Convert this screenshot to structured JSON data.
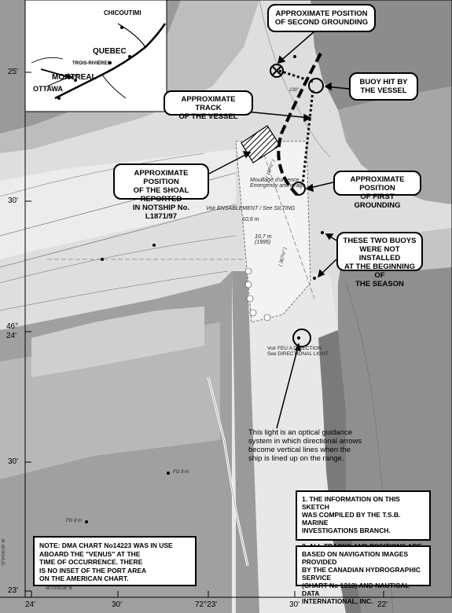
{
  "callouts": {
    "second_grounding": "APPROXIMATE POSITION\nOF SECOND GROUNDING",
    "buoy_hit": "BUOY HIT BY\nTHE VESSEL",
    "track": "APPROXIMATE TRACK\nOF THE VESSEL",
    "shoal": "APPROXIMATE POSITION\nOF THE SHOAL REPORTED\nIN NOTSHIP No. L1871/97",
    "first_grounding": "APPROXIMATE POSITION\nOF FIRST GROUNDING",
    "two_buoys": "THESE TWO BUOYS\nWERE NOT INSTALLED\nAT THE BEGINNING OF\nTHE SEASON",
    "optical_light": "This light is an optical guidance\nsystem in which directional arrows\nbecome vertical lines when the\nship is lined up on the range."
  },
  "notes": {
    "tsb": "1.  THE INFORMATION ON THIS SKETCH\n     WAS  COMPILED BY THE T.S.B. MARINE\n     INVESTIGATIONS BRANCH.\n\n2.  ALL TRACKS AND POSITIONS ARE\n     APPROXIMATE.",
    "source": "BASED ON NAVIGATION IMAGES PROVIDED\nBY THE CANADIAN HYDROGRAPHIC SERVICE\n(CHART No 1313) AND NAUTICAL DATA\nINTERNATIONAL,  INC.",
    "dma": "NOTE:  DMA CHART No14223 WAS IN USE\n           ABOARD THE \"VENUS\" AT THE\n           TIME OF OCCURRENCE.  THERE\n           IS NO INSET OF THE PORT AREA\n           ON THE AMERICAN CHART."
  },
  "inset": {
    "chicoutimi": "CHICOUTIMI",
    "quebec": "QUEBEC",
    "trois_rivieres": "TROIS-RIVIÈRES",
    "montreal": "MONTREAL",
    "ottawa": "OTTAWA"
  },
  "lat_ticks": [
    {
      "label": "25'"
    },
    {
      "label": "30'"
    },
    {
      "label": "46°\n24'"
    },
    {
      "label": "30'"
    },
    {
      "label": "23'"
    }
  ],
  "lon_ticks": [
    {
      "label": "24'"
    },
    {
      "label": "30'"
    },
    {
      "label": "72°23'"
    },
    {
      "label": "30'"
    },
    {
      "label": "22'"
    }
  ],
  "chart_text": {
    "mouillage": "Mouillage d'urgence\nEmergency anchorage",
    "ensablement": "Voir ENSABLEMENT / See SILTING",
    "depth_106": "10,6 m",
    "depth_107": "10,7 m\n(1995)",
    "directional": "Voir FEU A DIRECTION\nSee DIRECTIONAL LIGHT",
    "bearing_1": "( 187½° )",
    "bearing_2": "( 367½° )",
    "bearing_230": "230°",
    "fg": "FG 9 m",
    "fg_b": "FG 8 m",
    "scale_note": "46°23'00.00\" N",
    "lon_note": "72°24'00.00\" W"
  },
  "colors": {
    "land_dark": "#8a8a8a",
    "land_mid": "#b3b3b3",
    "water_light": "#e6e6e6",
    "water_white": "#ffffff",
    "ink": "#000000"
  }
}
